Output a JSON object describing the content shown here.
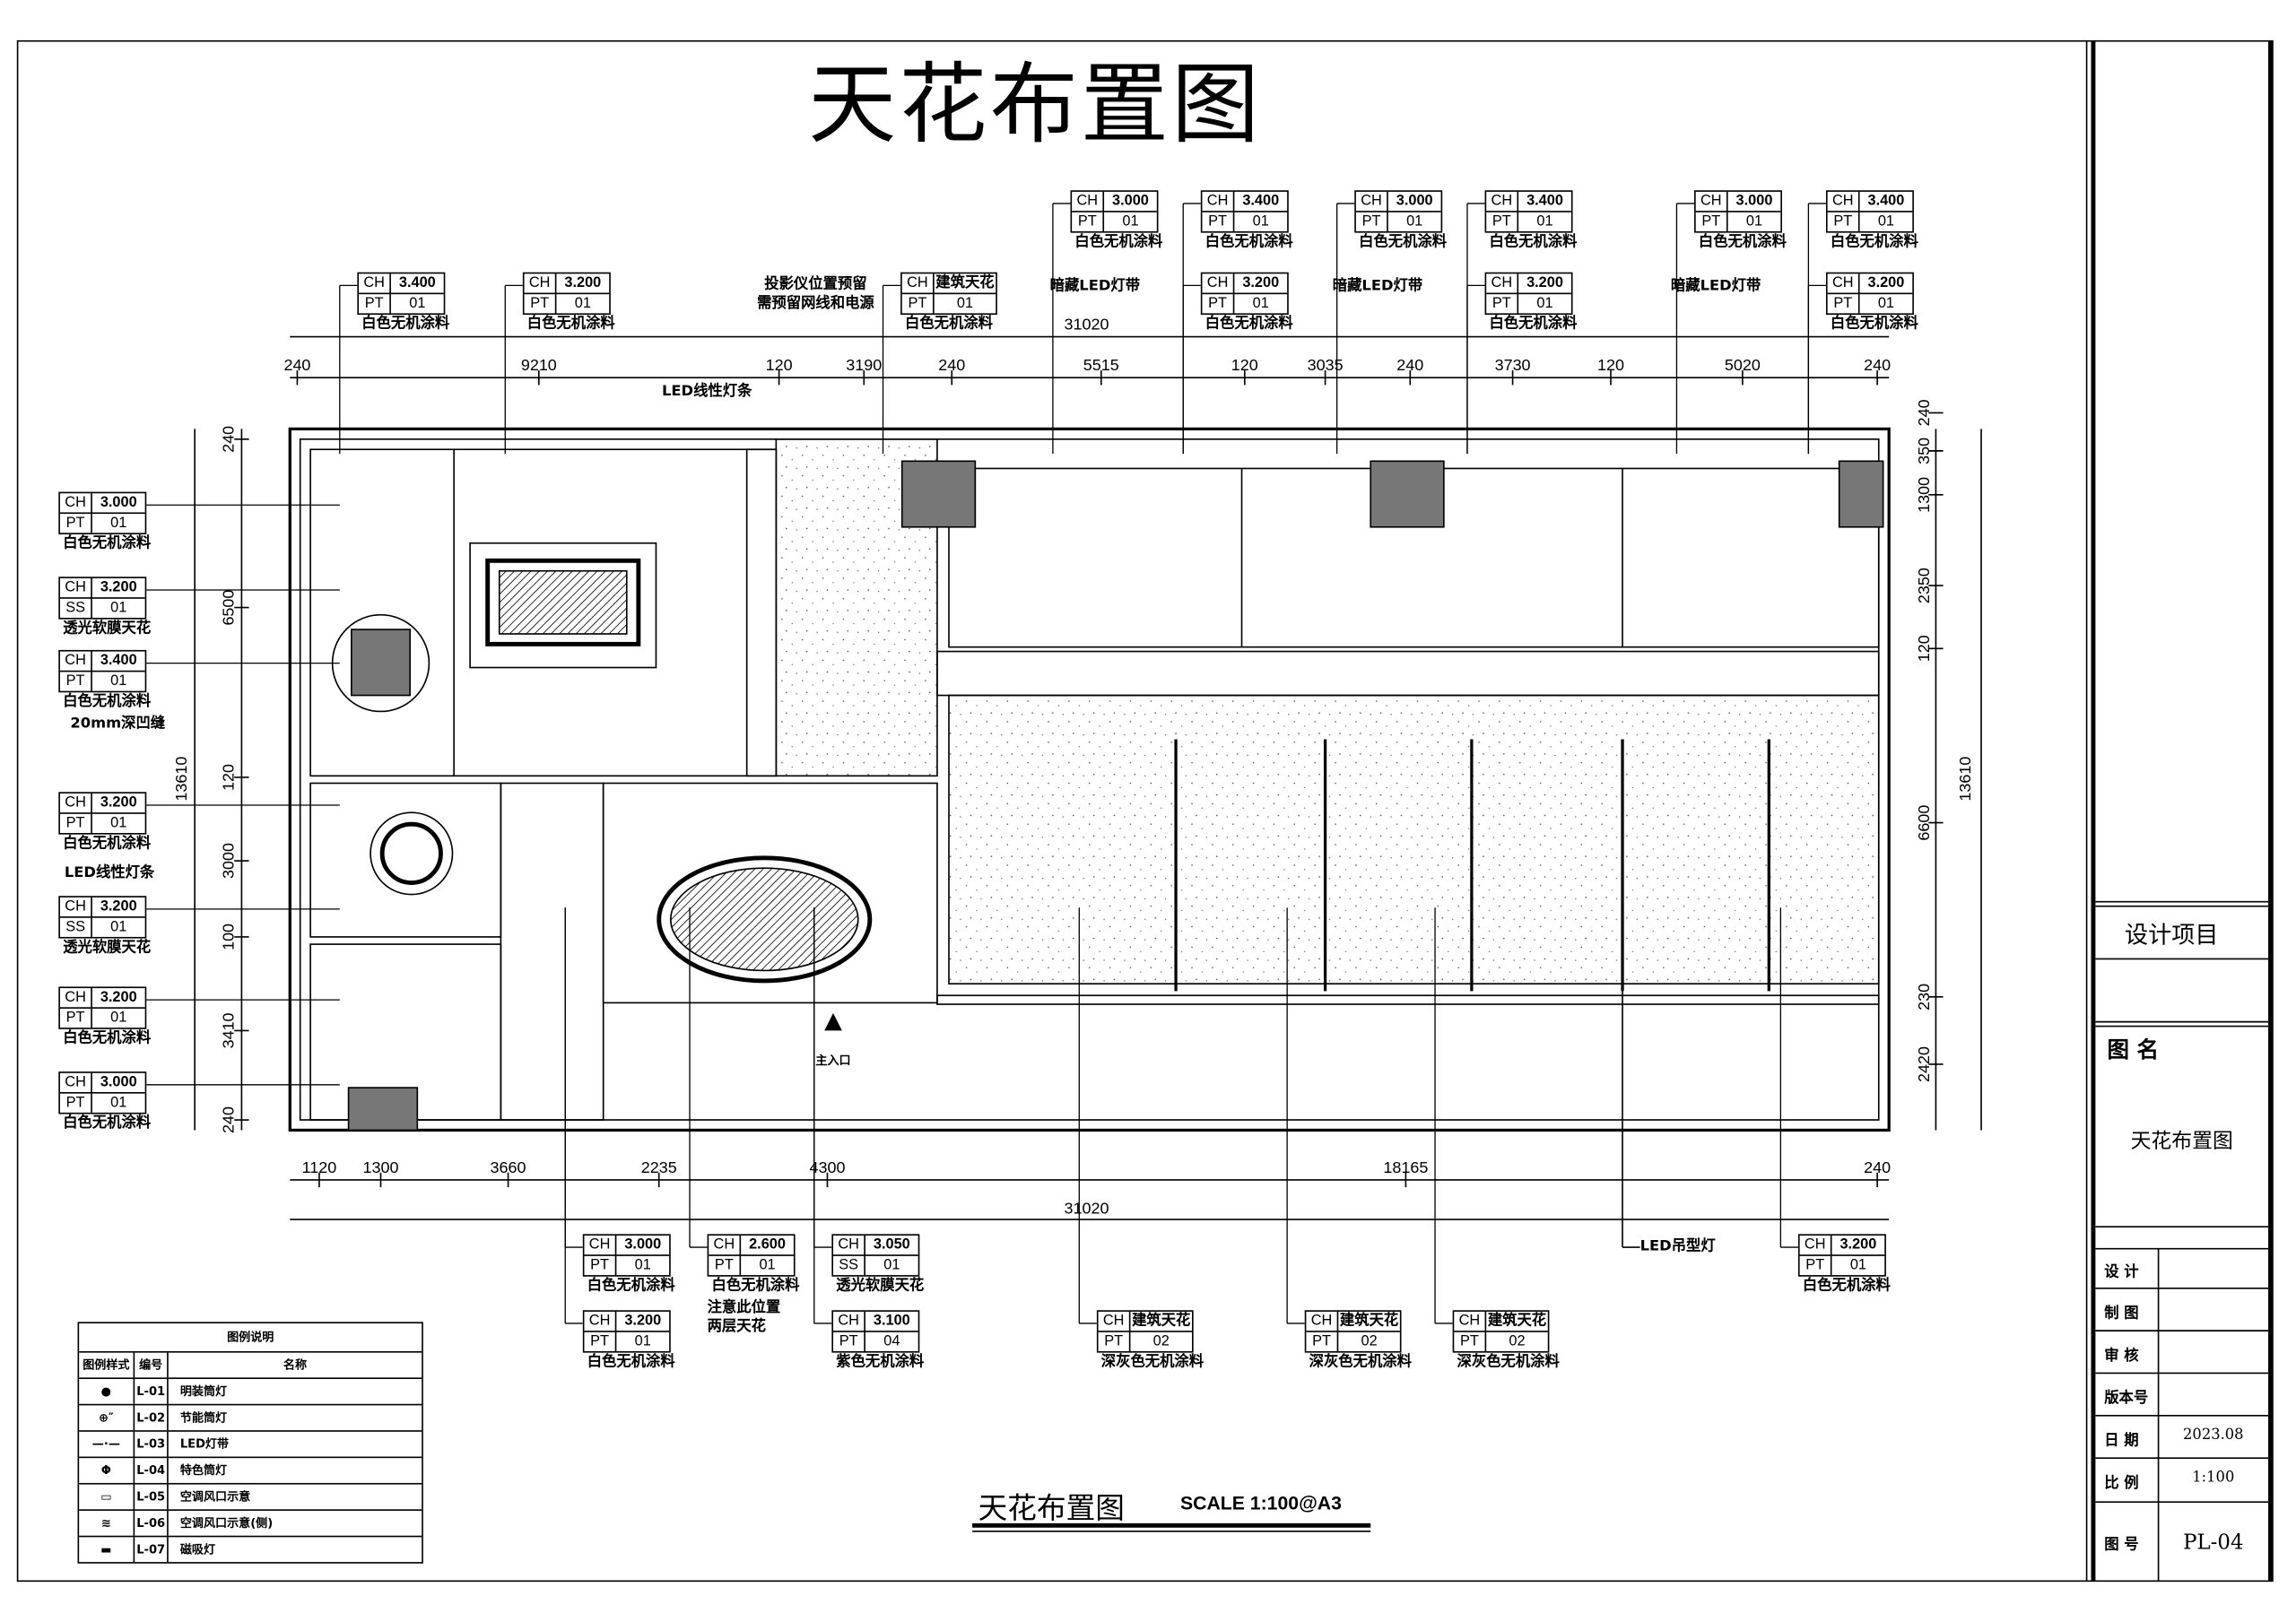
{
  "title": "天花布置图",
  "subtitle": {
    "name": "天花布置图",
    "scale": "SCALE  1:100@A3"
  },
  "tags": [
    {
      "c1": "CH",
      "v1": "3.400",
      "c2": "PT",
      "v2": "01",
      "label": "白色无机涂料"
    },
    {
      "c1": "CH",
      "v1": "3.200",
      "c2": "PT",
      "v2": "01",
      "label": "白色无机涂料"
    },
    {
      "c1": "CH",
      "v1": "建筑天花",
      "c2": "PT",
      "v2": "01",
      "label": "白色无机涂料"
    },
    {
      "c1": "CH",
      "v1": "3.000",
      "c2": "PT",
      "v2": "01",
      "label": "白色无机涂料"
    },
    {
      "c1": "CH",
      "v1": "3.400",
      "c2": "PT",
      "v2": "01",
      "label": "白色无机涂料"
    },
    {
      "c1": "CH",
      "v1": "3.200",
      "c2": "PT",
      "v2": "01",
      "label": "白色无机涂料"
    },
    {
      "c1": "CH",
      "v1": "3.000",
      "c2": "PT",
      "v2": "01",
      "label": "白色无机涂料"
    },
    {
      "c1": "CH",
      "v1": "3.400",
      "c2": "PT",
      "v2": "01",
      "label": "白色无机涂料"
    },
    {
      "c1": "CH",
      "v1": "3.200",
      "c2": "PT",
      "v2": "01",
      "label": "白色无机涂料"
    },
    {
      "c1": "CH",
      "v1": "3.000",
      "c2": "PT",
      "v2": "01",
      "label": "白色无机涂料"
    },
    {
      "c1": "CH",
      "v1": "3.400",
      "c2": "PT",
      "v2": "01",
      "label": "白色无机涂料"
    },
    {
      "c1": "CH",
      "v1": "3.200",
      "c2": "PT",
      "v2": "01",
      "label": "白色无机涂料"
    },
    {
      "c1": "CH",
      "v1": "3.000",
      "c2": "PT",
      "v2": "01",
      "label": "白色无机涂料"
    },
    {
      "c1": "CH",
      "v1": "3.200",
      "c2": "SS",
      "v2": "01",
      "label": "透光软膜天花"
    },
    {
      "c1": "CH",
      "v1": "3.400",
      "c2": "PT",
      "v2": "01",
      "label": "白色无机涂料"
    },
    {
      "c1": "CH",
      "v1": "3.200",
      "c2": "PT",
      "v2": "01",
      "label": "白色无机涂料"
    },
    {
      "c1": "CH",
      "v1": "3.200",
      "c2": "SS",
      "v2": "01",
      "label": "透光软膜天花"
    },
    {
      "c1": "CH",
      "v1": "3.200",
      "c2": "PT",
      "v2": "01",
      "label": "白色无机涂料"
    },
    {
      "c1": "CH",
      "v1": "3.000",
      "c2": "PT",
      "v2": "01",
      "label": "白色无机涂料"
    },
    {
      "c1": "CH",
      "v1": "3.000",
      "c2": "PT",
      "v2": "01",
      "label": "白色无机涂料"
    },
    {
      "c1": "CH",
      "v1": "3.200",
      "c2": "PT",
      "v2": "01",
      "label": "白色无机涂料"
    },
    {
      "c1": "CH",
      "v1": "2.600",
      "c2": "PT",
      "v2": "01",
      "label": "白色无机涂料"
    },
    {
      "c1": "CH",
      "v1": "3.050",
      "c2": "SS",
      "v2": "01",
      "label": "透光软膜天花"
    },
    {
      "c1": "CH",
      "v1": "3.100",
      "c2": "PT",
      "v2": "04",
      "label": "紫色无机涂料"
    },
    {
      "c1": "CH",
      "v1": "建筑天花",
      "c2": "PT",
      "v2": "02",
      "label": "深灰色无机涂料"
    },
    {
      "c1": "CH",
      "v1": "建筑天花",
      "c2": "PT",
      "v2": "02",
      "label": "深灰色无机涂料"
    },
    {
      "c1": "CH",
      "v1": "建筑天花",
      "c2": "PT",
      "v2": "02",
      "label": "深灰色无机涂料"
    },
    {
      "c1": "CH",
      "v1": "3.200",
      "c2": "PT",
      "v2": "01",
      "label": "白色无机涂料"
    }
  ],
  "notes": {
    "projector": "投影仪位置预留",
    "projector2": "需预留网线和电源",
    "led_hidden_1": "暗藏LED灯带",
    "led_hidden_2": "暗藏LED灯带",
    "led_hidden_3": "暗藏LED灯带",
    "led_linear_top": "LED线性灯条",
    "groove": "20mm深凹缝",
    "led_linear_left": "LED线性灯条",
    "double_ceiling": "注意此位置",
    "double_ceiling2": "两层天花",
    "led_pendant": "LED吊型灯",
    "main_entrance": "主入口"
  },
  "dims": {
    "top_total": "31020",
    "top": [
      "240",
      "9210",
      "120",
      "3190",
      "240",
      "5515",
      "120",
      "3035",
      "240",
      "3730",
      "120",
      "5020",
      "240"
    ],
    "bottom_total": "31020",
    "bottom": [
      "1120",
      "1300",
      "3660",
      "2235",
      "4300",
      "18165",
      "240"
    ],
    "left_total": "13610",
    "left": [
      "240",
      "6500",
      "120",
      "3000",
      "100",
      "3410",
      "240"
    ],
    "right_total": "13610",
    "right": [
      "240",
      "350",
      "1300",
      "2350",
      "120",
      "6600",
      "230",
      "2420"
    ]
  },
  "legend": {
    "title": "图例说明",
    "headers": [
      "图例样式",
      "编号",
      "名称"
    ],
    "rows": [
      {
        "symbol": "●",
        "code": "L-01",
        "name": "明装筒灯"
      },
      {
        "symbol": "⊕″",
        "code": "L-02",
        "name": "节能筒灯"
      },
      {
        "symbol": "—·—",
        "code": "L-03",
        "name": "LED灯带"
      },
      {
        "symbol": "Φ",
        "code": "L-04",
        "name": "特色筒灯"
      },
      {
        "symbol": "▭",
        "code": "L-05",
        "name": "空调风口示意"
      },
      {
        "symbol": "≋",
        "code": "L-06",
        "name": "空调风口示意(侧)"
      },
      {
        "symbol": "▬",
        "code": "L-07",
        "name": "磁吸灯"
      }
    ]
  },
  "title_block": {
    "project_label": "设计项目",
    "drawing_name_label": "图 名",
    "drawing_name": "天花布置图",
    "rows": [
      {
        "label": "设 计",
        "value": ""
      },
      {
        "label": "制 图",
        "value": ""
      },
      {
        "label": "审 核",
        "value": ""
      },
      {
        "label": "版本号",
        "value": ""
      },
      {
        "label": "日 期",
        "value": "2023.08"
      },
      {
        "label": "比 例",
        "value": "1:100"
      },
      {
        "label": "图 号",
        "value": "PL-04"
      }
    ]
  }
}
